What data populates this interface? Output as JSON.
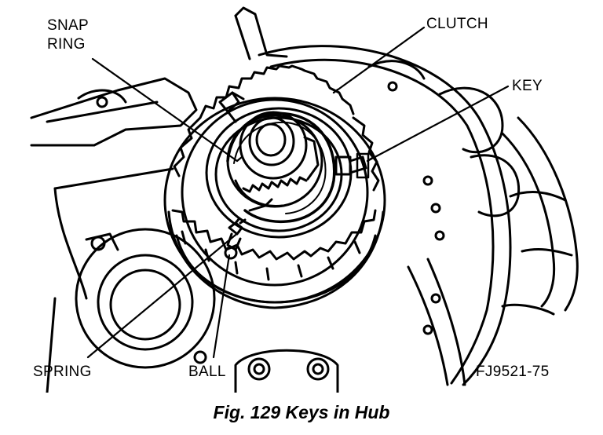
{
  "labels": {
    "snap_ring_line1": "SNAP",
    "snap_ring_line2": "RING",
    "clutch": "CLUTCH",
    "key": "KEY",
    "spring": "SPRING",
    "ball": "BALL",
    "figure_code": "FJ9521-75"
  },
  "caption": "Fig. 129 Keys in Hub",
  "colors": {
    "ink": "#000000",
    "paper": "#ffffff"
  }
}
